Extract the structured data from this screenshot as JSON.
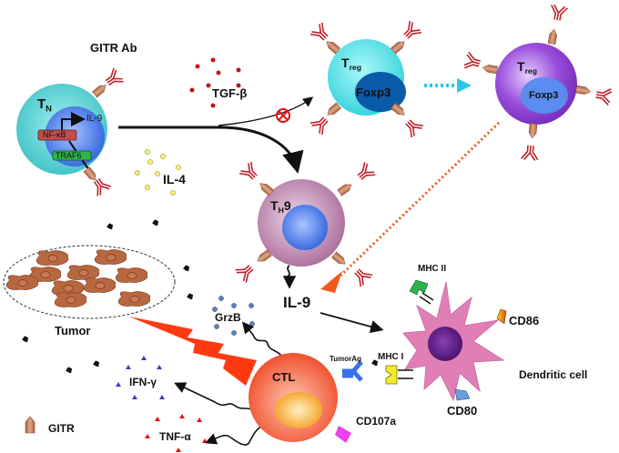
{
  "labels": {
    "gitr_ab": "GITR Ab",
    "tn_main": "T",
    "tn_sub": "N",
    "il9_small": "IL-9",
    "nfkb": "NF-κB",
    "traf6": "TRAF6",
    "tgfb": "TGF-β",
    "il4": "IL-4",
    "treg1_main": "T",
    "treg1_sub": "reg",
    "foxp3_1": "Foxp3",
    "treg2_main": "T",
    "treg2_sub": "reg",
    "foxp3_2": "Foxp3",
    "th9_main": "T",
    "th9_sub": "H",
    "th9_suffix": "9",
    "il9_main": "IL-9",
    "mhc2": "MHC II",
    "cd86": "CD86",
    "tumor": "Tumor",
    "grzb": "GrzB",
    "tumorag": "TumorAg",
    "mhc1": "MHC I",
    "ctl": "CTL",
    "dendritic_cell": "Dendritic cell",
    "ifng": "IFN-γ",
    "cd80": "CD80",
    "cd107a": "CD107a",
    "tnfa": "TNF-α",
    "legend_gitr": "GITR"
  },
  "colors": {
    "tn_cell": "#5fd3d3",
    "tn_nucleus": "#4a7de8",
    "nfkb_box": "#c0504d",
    "traf6_box": "#2db34a",
    "treg1_cell": "#5ee6ea",
    "treg1_nucleus": "#0a5aa8",
    "treg2_cell": "#9b4fd6",
    "treg2_nucleus": "#5b8cf0",
    "th9_cell": "#b57aa3",
    "th9_nucleus": "#5b86ef",
    "ctl_cell": "#f36a48",
    "ctl_nucleus": "#f7b43a",
    "dc_cell": "#e07fb5",
    "dc_nucleus": "#6a2590",
    "gitr": "#c98660",
    "antibody": "#c0202a",
    "tgfb_dots": "#c0151a",
    "il4_dots": "#f5ef7a",
    "grzb_dots": "#5a82b8",
    "ifng_marks": "#3a3ad0",
    "tnfa_marks": "#e01010",
    "lightning": "#ff3a10",
    "treg_arrow": "#2cc6ec",
    "il9_arrow": "#f05a1a",
    "mhc2": "#2db34a",
    "mhc1": "#f2ea2a",
    "cd86": "#f0a010",
    "cd80": "#6aa0e0",
    "cd107a": "#ee40ee",
    "tcr": "#3a70e8"
  }
}
